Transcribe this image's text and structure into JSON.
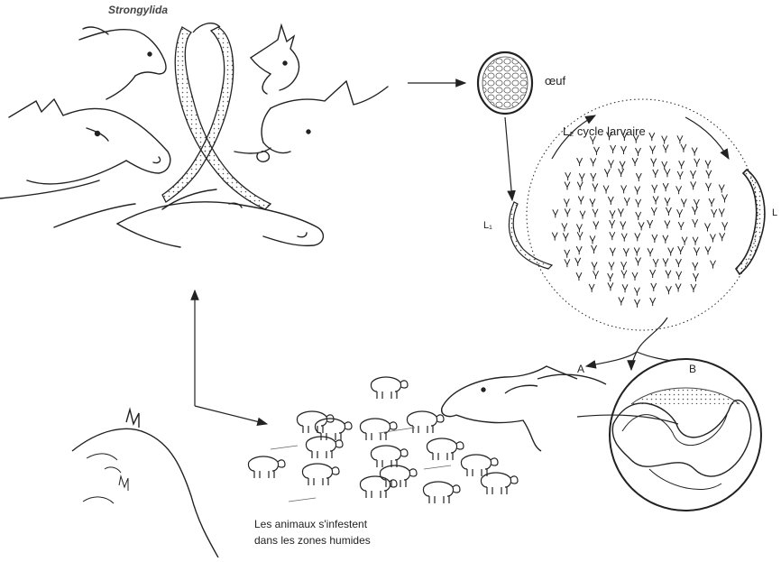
{
  "diagram": {
    "title": "Strongylida",
    "labels": {
      "egg": "œuf",
      "larval_cycle": "L₂  cycle larvaire",
      "l1": "L₁",
      "l_right": "L",
      "route_a": "A",
      "route_b": "B"
    },
    "caption": {
      "line1": "Les animaux s'infestent",
      "line2": "dans les zones humides"
    }
  },
  "colors": {
    "ink": "#1e1e1e",
    "background": "#ffffff"
  }
}
